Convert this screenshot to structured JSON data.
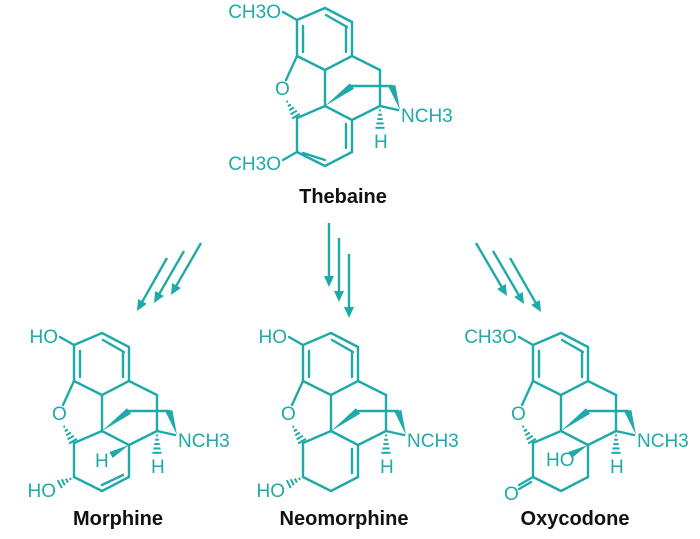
{
  "figure": {
    "accent_color": "#1fa9a9",
    "precursor": {
      "name": "Thebaine",
      "labels": {
        "top": "CH3O",
        "bottom": "CH3O",
        "amine": "NCH3",
        "h9": "H",
        "bridge_o": "O"
      }
    },
    "arrows": [
      {
        "target": "Morphine",
        "count": 3,
        "direction": "down-left"
      },
      {
        "target": "Neomorphine",
        "count": 3,
        "direction": "down"
      },
      {
        "target": "Oxycodone",
        "count": 3,
        "direction": "down-right"
      }
    ],
    "products": [
      {
        "name": "Morphine",
        "labels": {
          "top": "HO",
          "bottom": "HO",
          "amine": "NCH3",
          "h9": "H",
          "h14": "H",
          "bridge_o": "O"
        }
      },
      {
        "name": "Neomorphine",
        "labels": {
          "top": "HO",
          "bottom": "HO",
          "amine": "NCH3",
          "h9": "H",
          "bridge_o": "O"
        }
      },
      {
        "name": "Oxycodone",
        "labels": {
          "top": "CH3O",
          "amine": "NCH3",
          "h9": "H",
          "oh14": "HO",
          "ketone": "O",
          "bridge_o": "O"
        }
      }
    ]
  }
}
